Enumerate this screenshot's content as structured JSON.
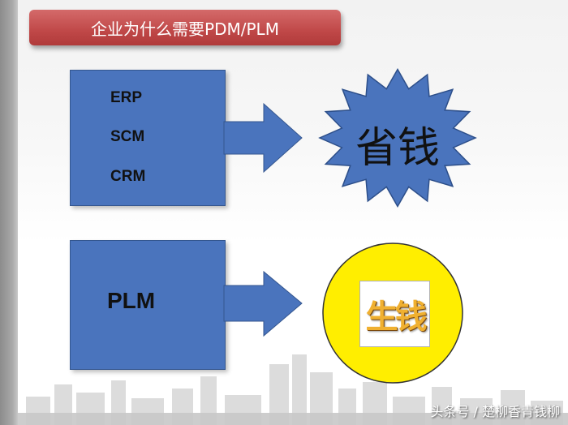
{
  "title": "企业为什么需要PDM/PLM",
  "top_box": {
    "items": [
      "ERP",
      "SCM",
      "CRM"
    ]
  },
  "top_result": "省钱",
  "bottom_box": {
    "label": "PLM"
  },
  "bottom_result": "生钱",
  "watermark": "头条号 / 楚柳香青钱柳",
  "colors": {
    "banner": "#c04848",
    "box_fill": "#4a74bd",
    "star_fill": "#4a74bd",
    "coin_fill": "#ffee00"
  }
}
